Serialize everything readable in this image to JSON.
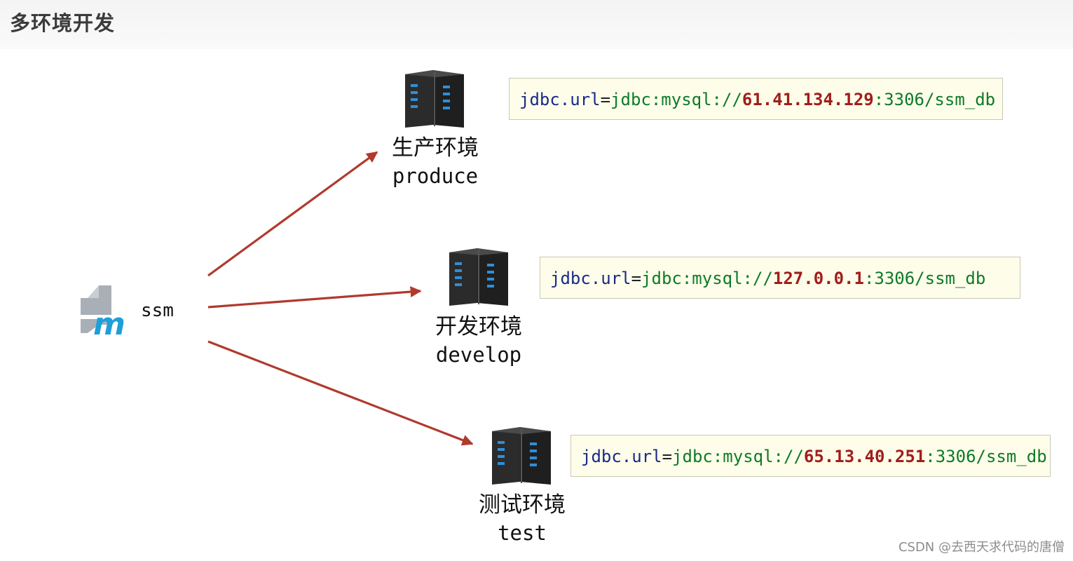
{
  "page": {
    "title": "多环境开发",
    "watermark": "CSDN @去西天求代码的唐僧"
  },
  "project": {
    "name": "ssm",
    "icon": "maven-project-icon"
  },
  "environments": [
    {
      "cn": "生产环境",
      "en": "produce",
      "config": {
        "key": "jdbc.url",
        "eq": "=",
        "prefix": "jdbc:mysql://",
        "ip": "61.41.134.129",
        "suffix": ":3306/ssm_db"
      }
    },
    {
      "cn": "开发环境",
      "en": "develop",
      "config": {
        "key": "jdbc.url",
        "eq": "=",
        "prefix": "jdbc:mysql://",
        "ip": "127.0.0.1",
        "suffix": ":3306/ssm_db"
      }
    },
    {
      "cn": "测试环境",
      "en": "test",
      "config": {
        "key": "jdbc.url",
        "eq": "=",
        "prefix": "jdbc:mysql://",
        "ip": "65.13.40.251",
        "suffix": ":3306/ssm_db"
      }
    }
  ],
  "colors": {
    "arrow": "#b03a2e",
    "config_bg": "#fdfde9",
    "ip": "#a11d1d",
    "protocol": "#0e7a2a",
    "key": "#1a2a8a",
    "server_body": "#2b2b2b",
    "server_led": "#2e8fd8",
    "project_icon_gray": "#a9afb6",
    "project_icon_blue": "#1e9fd9"
  }
}
